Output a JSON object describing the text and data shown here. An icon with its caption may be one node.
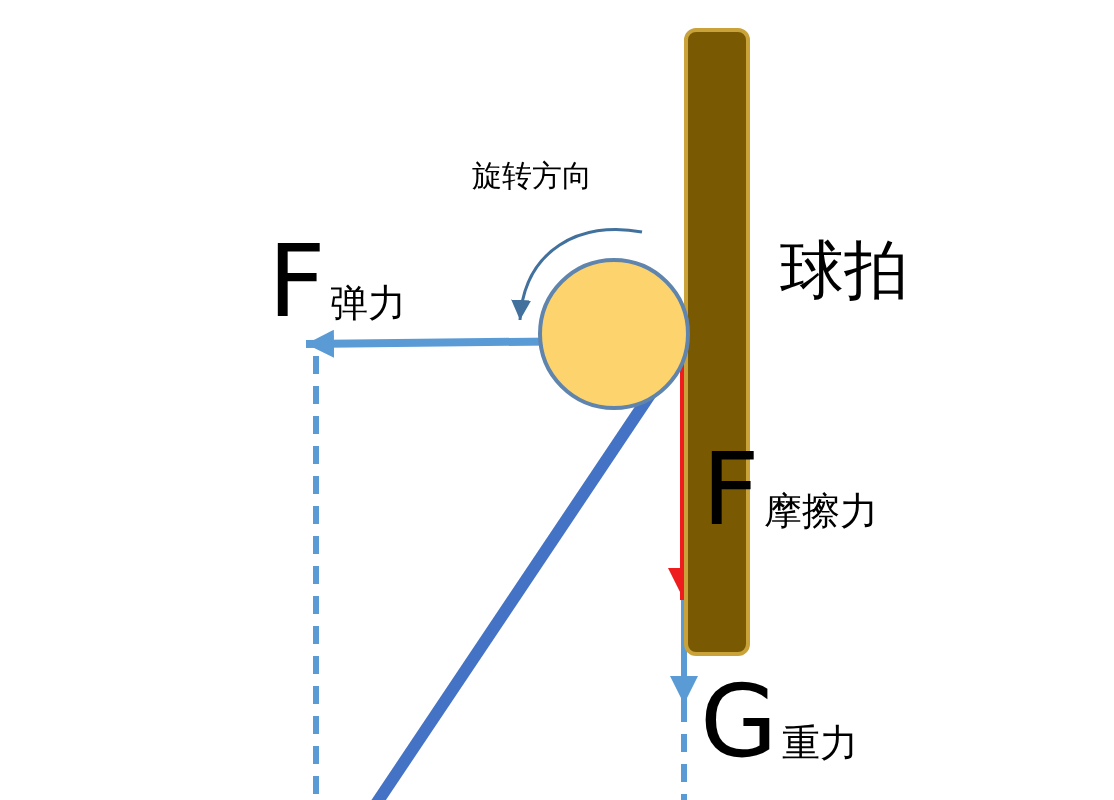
{
  "diagram": {
    "nodes": [
      {
        "text": [
          "球拍"
        ]
      },
      {
        "text": [],
        "shape": "circle"
      }
    ],
    "edges": [],
    "labels": [
      "旋转方向",
      "F$_{弹力}$",
      "F$_{摩擦力}$",
      "G$_{重力}$"
    ]
  }
}
